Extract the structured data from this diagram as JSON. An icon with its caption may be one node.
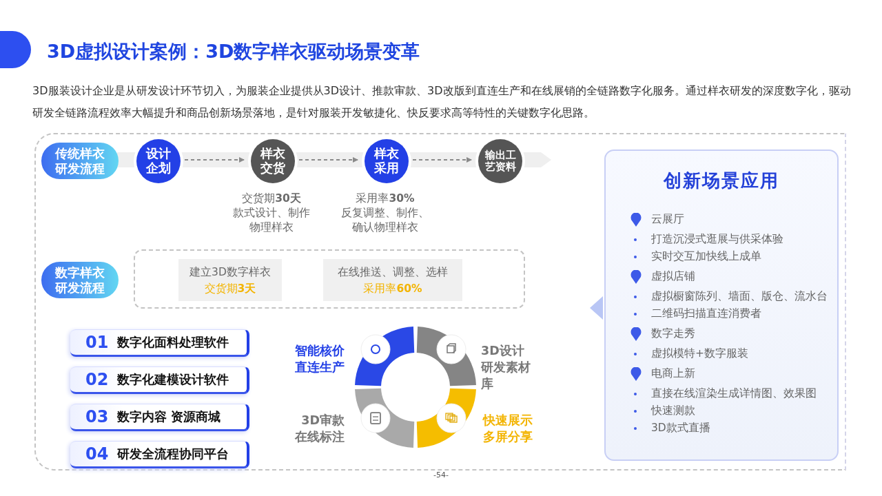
{
  "diagram": {
    "title": "3D虚拟设计案例：3D数字样衣驱动场景变革",
    "nodes": [
      {
        "text": [],
        "shape": "box"
      },
      {
        "text": [
          "传统样衣研发流程"
        ],
        "in": 0
      },
      {
        "text": [
          "设计企划"
        ],
        "in": 0
      },
      {
        "text": [
          "样衣交货"
        ],
        "in": 0,
        "beside": [
          "交货期**30天**",
          "款式设计、制作物理样衣"
        ]
      },
      {
        "text": [
          "样衣采用"
        ],
        "in": 0,
        "beside": [
          "采用率**30%**",
          "反复调整、制作、确认物理样衣"
        ]
      },
      {
        "text": [
          "输出工艺资料"
        ],
        "in": 0
      },
      {
        "text": [
          "数字样衣研发流程"
        ],
        "in": 0
      },
      {
        "text": [],
        "shape": "box",
        "in": 0
      },
      {
        "text": [
          "建立3D数字样衣",
          "交货期**3天**"
        ],
        "in": 7
      },
      {
        "text": [
          "在线推送、调整、选样",
          "采用率**60%**"
        ],
        "in": 7
      },
      {
        "text": [
          "01",
          "数字化面料处理软件"
        ],
        "in": 0
      },
      {
        "text": [
          "02",
          "数字化建模设计软件"
        ],
        "in": 0
      },
      {
        "text": [
          "03",
          "数字内容 资源商城"
        ],
        "in": 0
      },
      {
        "text": [
          "04",
          "研发全流程协同平台"
        ],
        "in": 0
      },
      {
        "text": [
          "创新场景应用",
          "云展厅",
          "打造沉浸式逛展与供采体验",
          "实时交互加快线上成单",
          "虚拟店铺",
          "虚拟橱窗陈列、墙面、版仓、流水台",
          "二维码扫描直连消费者",
          "数字走秀",
          "虚拟模特+数字服装",
          "电商上新",
          "直接在线渲染生成详情图、效果图",
          "快速测款",
          "3D款式直播"
        ],
        "in": 0
      }
    ],
    "edges": [
      {
        "from": 2,
        "to": 3,
        "arrow": "to",
        "style": "dashed"
      },
      {
        "from": 3,
        "to": 4,
        "arrow": "to",
        "style": "dashed"
      },
      {
        "from": 4,
        "to": 5,
        "arrow": "to",
        "style": "dashed"
      }
    ],
    "labels": [
      "3D服装设计企业是从研发设计环节切入，为服装企业提供从3D设计、推款审款、3D改版到直连生产和在线展销的全链路数字化服务。通过样衣研发的深度数字化，驱动研发全链路流程效率大幅提升和商品创新场景落地，是针对服装开发敏捷化、快反要求高等特性的关键数字化思路。",
      "智能核价直连生产",
      "3D设计研发素材库",
      "3D审款在线标注",
      "快速展示多屏分享",
      "-54-"
    ]
  }
}
